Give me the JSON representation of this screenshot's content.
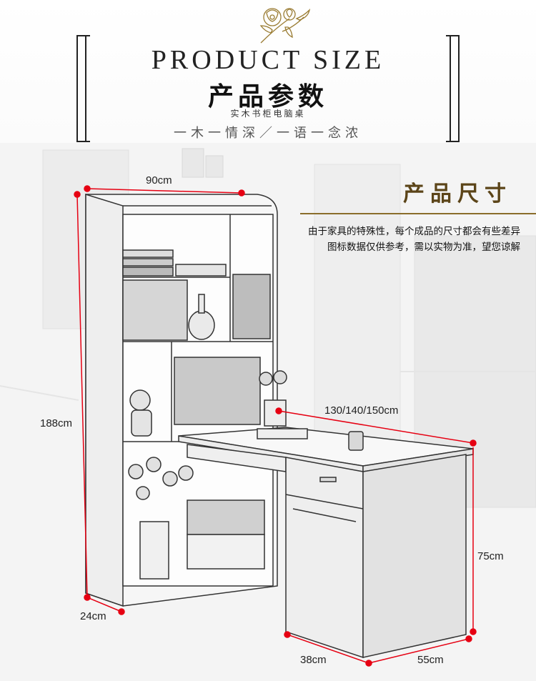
{
  "header": {
    "title_en": "PRODUCT SIZE",
    "title_cn": "产品参数",
    "subtitle": "实木书柜电脑桌",
    "tagline": "一木一情深／一语一念浓"
  },
  "section": {
    "title": "产品尺寸",
    "note_line1": "由于家具的特殊性，每个成品的尺寸都会有些差异",
    "note_line2": "图标数据仅供参考，需以实物为准，望您谅解"
  },
  "dimensions": {
    "width_bookcase": "90cm",
    "height_total": "188cm",
    "depth_bookcase": "24cm",
    "desk_length": "130/140/150cm",
    "desk_height": "75cm",
    "cabinet_depth": "38cm",
    "desk_depth": "55cm"
  },
  "colors": {
    "dimension_line": "#e60012",
    "accent_gold": "#8a6d2b",
    "sketch": "#333333"
  },
  "icons": [
    "flower-emblem-icon"
  ]
}
